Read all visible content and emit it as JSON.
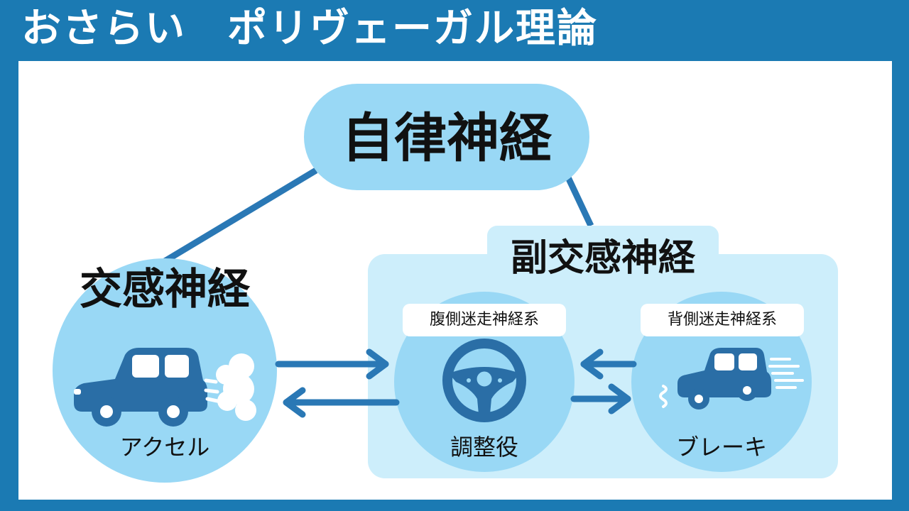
{
  "title": "おさらい　ポリヴェーガル理論",
  "nodes": {
    "autonomic": "自律神経",
    "sympathetic": "交感神経",
    "parasympathetic": "副交感神経",
    "ventral_vagal": "腹側迷走神経系",
    "dorsal_vagal": "背側迷走神経系"
  },
  "captions": {
    "accelerator": "アクセル",
    "regulator": "調整役",
    "brake": "ブレーキ"
  },
  "colors": {
    "frame": "#1b7ab3",
    "light_blue": "#99d8f5",
    "pale_blue": "#cdeefb",
    "dark_blue": "#2a6ea6",
    "arrow": "#2a78b5"
  },
  "icons": [
    "car-accelerating-icon",
    "steering-wheel-icon",
    "car-braking-icon"
  ]
}
